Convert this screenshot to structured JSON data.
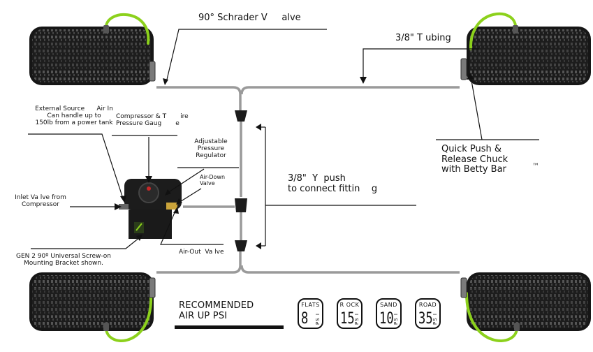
{
  "labels": {
    "schrader_valve": "90° Schrader V     alve",
    "tubing": "3/8\" T ubing",
    "external_source": "External Source      Air In\nCan handle up to\n150lb from a power tank",
    "compressor_gauge": "Compressor & T       ire\nPressure Gaug       e",
    "adjustable_regulator": "Adjustable\nPressure\nRegulator",
    "air_down_valve": "Air-Down\nValve",
    "inlet_valve": "Inlet Va lve from\nCompressor",
    "y_fitting": "3/8\"  Y  push\nto connect fittin    g",
    "quick_push": "Quick Push &\nRelease Chuck\nwith Betty Bar",
    "trademark": "™",
    "air_out_valve": "Air-Out  Va lve",
    "mounting_bracket": "GEN 2 90º Universal Screw-on\nMounting Bracket shown.",
    "recommended": "RECOMMENDED\nAIR UP PSI"
  },
  "psi_unit": "PS I",
  "psi_presets": [
    {
      "name": "FLATS",
      "value": "8"
    },
    {
      "name": "R OCK",
      "value": "15"
    },
    {
      "name": "SAND",
      "value": "10"
    },
    {
      "name": "ROAD",
      "value": "35"
    }
  ],
  "colors": {
    "hose": "#8cd11c",
    "tubing": "#9a9a9a",
    "tire": "#1a1a1a",
    "fitting": "#222222",
    "text": "#111111"
  }
}
